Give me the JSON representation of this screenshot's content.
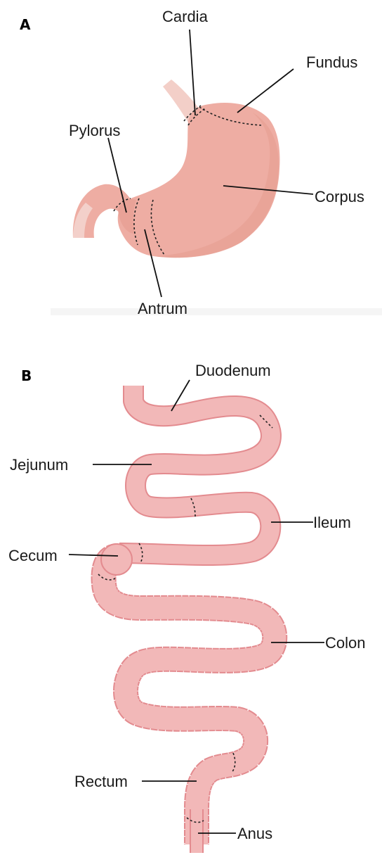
{
  "panels": {
    "a": "A",
    "b": "B"
  },
  "stomach": {
    "labels": {
      "cardia": "Cardia",
      "fundus": "Fundus",
      "pylorus": "Pylorus",
      "corpus": "Corpus",
      "antrum": "Antrum"
    }
  },
  "intestine": {
    "labels": {
      "duodenum": "Duodenum",
      "jejunum": "Jejunum",
      "ileum": "Ileum",
      "cecum": "Cecum",
      "colon": "Colon",
      "rectum": "Rectum",
      "anus": "Anus"
    }
  },
  "colors": {
    "stomach_fill": "#eeada3",
    "stomach_shade": "#e39588",
    "esophagus_fill": "#f3cfc8",
    "intestine_fill": "#f2b8b8",
    "intestine_outline": "#e38b8f",
    "floor": "#f4f4f4"
  }
}
